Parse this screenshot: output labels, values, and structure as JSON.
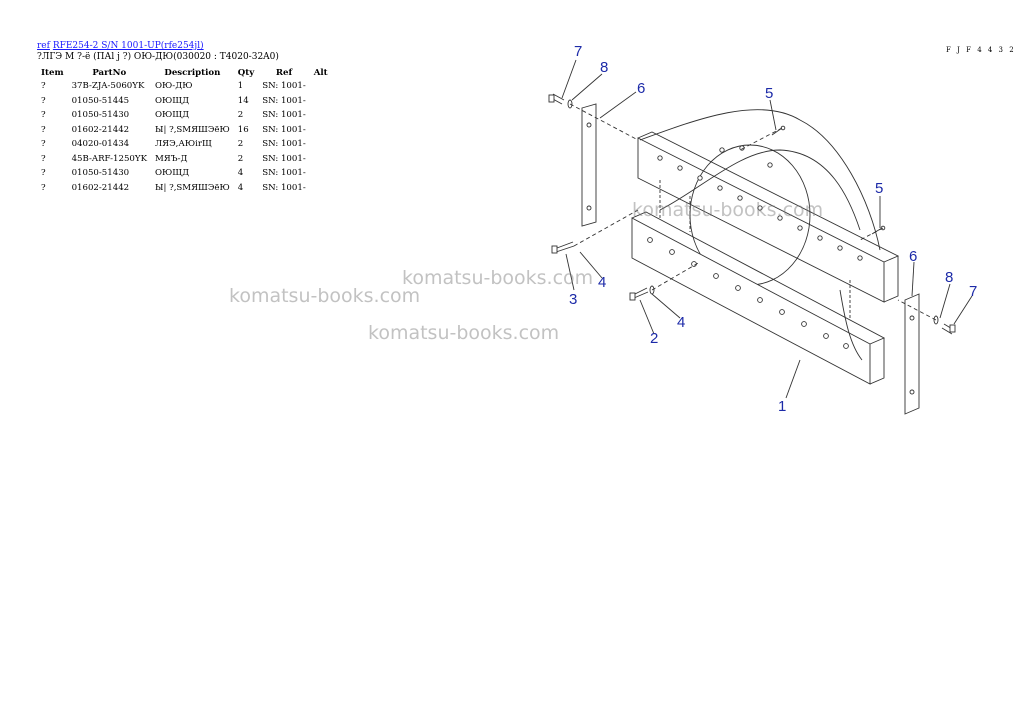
{
  "header": {
    "ref_link": "ref",
    "model_link": "RFE254-2 S/N 1001-UP(rfe254jl)",
    "subtitle": "?ЛГЭ М ?-ё (ПАl j ?) ОЮ-ДЮ(030020 : T4020-32A0)"
  },
  "table": {
    "columns": [
      "Item",
      "PartNo",
      "Description",
      "Qty",
      "Ref",
      "Alt"
    ],
    "rows": [
      {
        "item": "?",
        "part_no": "37B-ZJA-5060YK",
        "description": "ОЮ-ДЮ",
        "qty": "1",
        "ref": "SN: 1001-",
        "alt": ""
      },
      {
        "item": "?",
        "part_no": "01050-51445",
        "description": "ОЮЩД",
        "qty": "14",
        "ref": "SN: 1001-",
        "alt": ""
      },
      {
        "item": "?",
        "part_no": "01050-51430",
        "description": "ОЮЩД",
        "qty": "2",
        "ref": "SN: 1001-",
        "alt": ""
      },
      {
        "item": "?",
        "part_no": "01602-21442",
        "description": "Ы| ?,SМЯШЭёЮ",
        "qty": "16",
        "ref": "SN: 1001-",
        "alt": ""
      },
      {
        "item": "?",
        "part_no": "04020-01434",
        "description": "ЛЯЭ,АЮirЩ",
        "qty": "2",
        "ref": "SN: 1001-",
        "alt": ""
      },
      {
        "item": "?",
        "part_no": "45B-ARF-1250YK",
        "description": "МЯЪ-Д",
        "qty": "2",
        "ref": "SN: 1001-",
        "alt": ""
      },
      {
        "item": "?",
        "part_no": "01050-51430",
        "description": "ОЮЩД",
        "qty": "4",
        "ref": "SN: 1001-",
        "alt": ""
      },
      {
        "item": "?",
        "part_no": "01602-21442",
        "description": "Ы| ?,SМЯШЭёЮ",
        "qty": "4",
        "ref": "SN: 1001-",
        "alt": ""
      }
    ]
  },
  "diagram_code": "F J F 4 4 3 2",
  "watermark": "komatsu-books.com",
  "callouts": [
    "7",
    "8",
    "6",
    "5",
    "5",
    "6",
    "8",
    "7",
    "3",
    "4",
    "4",
    "2",
    "1"
  ],
  "colors": {
    "link": "#1a1aff",
    "callout": "#1c2aa8",
    "watermark": "#787878"
  }
}
